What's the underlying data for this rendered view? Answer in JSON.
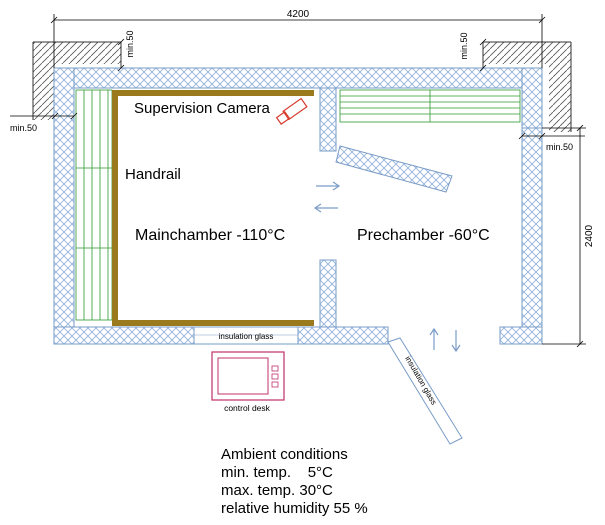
{
  "dimensions": {
    "width_label": "4200",
    "height_label": "2400",
    "clearance_left_top": "min.50",
    "clearance_right_top": "min.50",
    "clearance_left_side": "min.50",
    "clearance_right_side": "min.50"
  },
  "rooms": {
    "main": "Mainchamber -110°C",
    "pre": "Prechamber -60°C"
  },
  "fixtures": {
    "camera": "Supervision Camera",
    "handrail": "Handrail",
    "insulation_glass_bottom": "insulation glass",
    "insulation_glass_door": "insulation glass",
    "control_desk": "control desk"
  },
  "ambient": {
    "title": "Ambient conditions",
    "min_temp": "min. temp.    5°C",
    "max_temp": "max. temp. 30°C",
    "humidity": "relative humidity 55 %"
  },
  "colors": {
    "wall_stroke": "#7a9cc8",
    "handrail_brown": "#9b7a1e",
    "green_rail": "#2e9a2e",
    "camera_red": "#d83a2a",
    "desk_pink": "#c0306a"
  }
}
